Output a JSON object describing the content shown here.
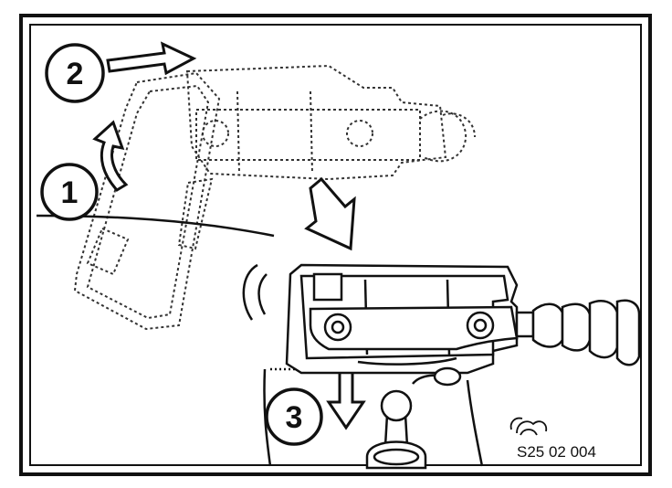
{
  "callouts": [
    {
      "id": "step-1",
      "label": "1"
    },
    {
      "id": "step-2",
      "label": "2"
    },
    {
      "id": "step-3",
      "label": "3"
    }
  ],
  "reference_code": "S25 02 004",
  "colors": {
    "ink": "#111111",
    "paper": "#ffffff",
    "dotted": "#444444",
    "frame": "#222222"
  }
}
